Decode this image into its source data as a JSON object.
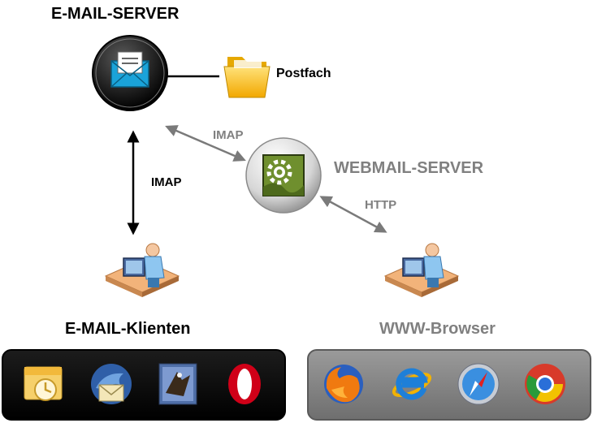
{
  "email_server": {
    "title": "E-MAIL-SERVER",
    "icon": "envelope-icon"
  },
  "mailbox": {
    "label": "Postfach",
    "icon": "folder-icon"
  },
  "webmail_server": {
    "title": "WEBMAIL-SERVER",
    "icon": "gear-icon"
  },
  "connections": {
    "client_imap": "IMAP",
    "webmail_imap": "IMAP",
    "browser_http": "HTTP"
  },
  "email_clients": {
    "title": "E-MAIL-Klienten",
    "apps": [
      "outlook-icon",
      "thunderbird-icon",
      "apple-mail-icon",
      "opera-icon"
    ]
  },
  "www_browser": {
    "title": "WWW-Browser",
    "apps": [
      "firefox-icon",
      "internet-explorer-icon",
      "safari-icon",
      "chrome-icon"
    ]
  },
  "colors": {
    "dark_text": "#000000",
    "grey_text": "#808080",
    "arrow_grey": "#7a7a7a"
  }
}
